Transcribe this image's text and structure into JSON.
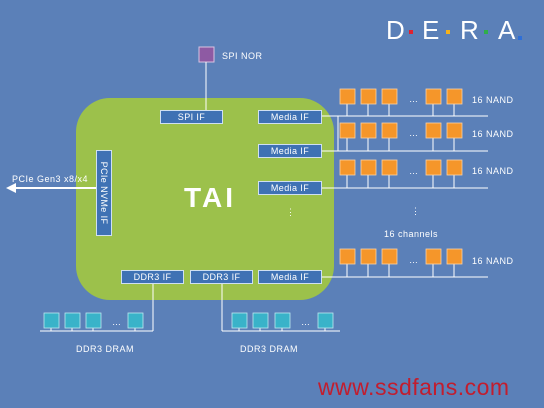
{
  "logo": {
    "letters": [
      "D",
      "E",
      "R",
      "A"
    ],
    "dot_colors": [
      "#e0212f",
      "#f6b21a",
      "#2fae4a",
      "#2e6fd8"
    ]
  },
  "spi_nor": {
    "label": "SPI NOR",
    "chip_color": "#8e5aa3"
  },
  "controller": {
    "name": "TAI",
    "body_color": "#9cc14b",
    "spi_if": "SPI IF",
    "pcie_if": "PCIe NVMe IF",
    "ddr3_if_left": "DDR3 IF",
    "ddr3_if_right": "DDR3 IF",
    "media_if": [
      "Media IF",
      "Media IF",
      "Media IF",
      "Media IF"
    ],
    "ellipsis": "⋮"
  },
  "host_link": {
    "label": "PCIe Gen3 x8/x4"
  },
  "nand": {
    "chip_color": "#f5962a",
    "row_labels": [
      "16 NAND",
      "16 NAND",
      "16 NAND",
      "16 NAND"
    ],
    "ellipsis": "…",
    "channels_label": "16 channels",
    "channels_ellipsis": "⋮"
  },
  "dram": {
    "chip_color": "#39b3c9",
    "left_label": "DDR3 DRAM",
    "right_label": "DDR3 DRAM",
    "ellipsis": "…"
  },
  "watermark": "www.ssdfans.com"
}
